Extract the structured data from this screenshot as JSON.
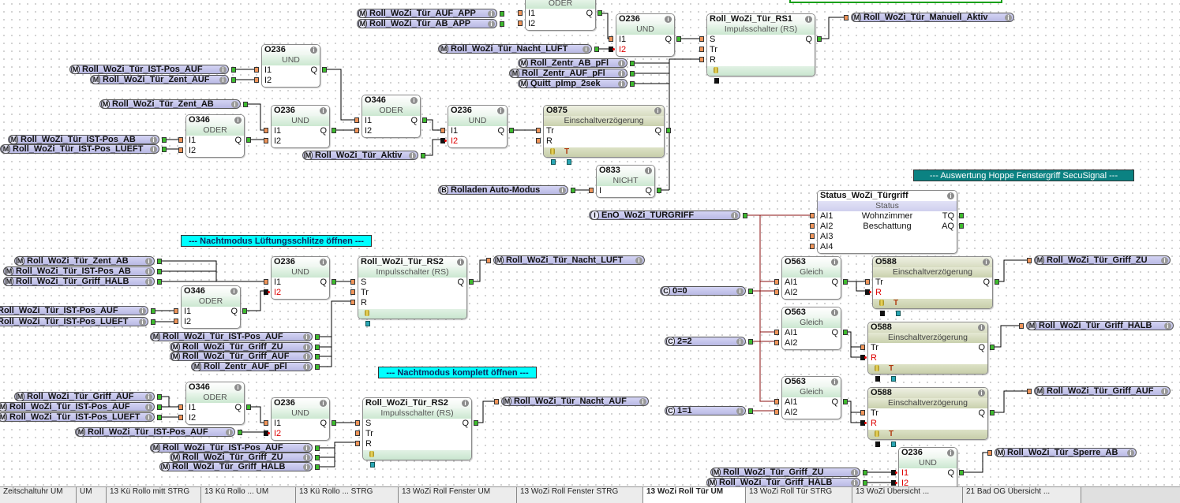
{
  "comments": {
    "hoppe": "--- Auswertung Hoppe Fenstergriff SecuSignal ---",
    "nacht_lueft": "--- Nachtmodus Lüftungsschlitze öffnen ---",
    "nacht_auf": "--- Nachtmodus komplett öffnen ---"
  },
  "refs": [
    {
      "type": "M",
      "label": "Roll_WoZi_Tür_AUF_APP"
    },
    {
      "type": "M",
      "label": "Roll_WoZi_Tür_AB_APP"
    },
    {
      "type": "M",
      "label": "Roll_WoZi_Tür_Nacht_LÜFT"
    },
    {
      "type": "M",
      "label": "Roll_Zentr_AB_pFl"
    },
    {
      "type": "M",
      "label": "Roll_Zentr_AUF_pFl"
    },
    {
      "type": "M",
      "label": "Quitt_pImp_2sek"
    },
    {
      "type": "M",
      "label": "Roll_WoZi_Tür_Manuell_Aktiv"
    },
    {
      "type": "M",
      "label": "Roll_WoZi_Tür_IST-Pos_AUF"
    },
    {
      "type": "M",
      "label": "Roll_WoZi_Tür_Zent_AUF"
    },
    {
      "type": "M",
      "label": "Roll_WoZi_Tür_Zent_AB"
    },
    {
      "type": "M",
      "label": "Roll_WoZi_Tür_IST-Pos_AB"
    },
    {
      "type": "M",
      "label": "Roll_WoZi_Tür_IST-Pos_LUEFT"
    },
    {
      "type": "M",
      "label": "Roll_WoZi_Tür_Aktiv"
    },
    {
      "type": "B",
      "label": "Rolladen Auto-Modus"
    },
    {
      "type": "I",
      "label": "EnO_WoZi_TÜRGRIFF"
    },
    {
      "type": "M",
      "label": "Roll_WoZi_Tür_Zent_AB"
    },
    {
      "type": "M",
      "label": "Roll_WoZi_Tür_IST-Pos_AB"
    },
    {
      "type": "M",
      "label": "Roll_WoZi_Tür_Griff_HALB"
    },
    {
      "type": "",
      "label": "Roll_WoZi_Tür_IST-Pos_AUF"
    },
    {
      "type": "",
      "label": "Roll_WoZi_Tür_IST-Pos_LUEFT"
    },
    {
      "type": "M",
      "label": "Roll_WoZi_Tür_IST-Pos_AUF"
    },
    {
      "type": "M",
      "label": "Roll_WoZi_Tür_Griff_ZU"
    },
    {
      "type": "M",
      "label": "Roll_WoZi_Tür_Griff_AUF"
    },
    {
      "type": "M",
      "label": "Roll_Zentr_AUF_pFl"
    },
    {
      "type": "M",
      "label": "Roll_WoZi_Tür_Nacht_LÜFT"
    },
    {
      "type": "M",
      "label": "Roll_WoZi_Tür_Griff_AUF"
    },
    {
      "type": "M",
      "label": "Roll_WoZi_Tür_IST-Pos_AUF"
    },
    {
      "type": "M",
      "label": "Roll_WoZi_Tür_IST-Pos_LUEFT"
    },
    {
      "type": "M",
      "label": "Roll_WoZi_Tür_IST-Pos_AUF"
    },
    {
      "type": "M",
      "label": "Roll_WoZi_Tür_IST-Pos_AUF"
    },
    {
      "type": "M",
      "label": "Roll_WoZi_Tür_Griff_ZU"
    },
    {
      "type": "M",
      "label": "Roll_WoZi_Tür_Griff_HALB"
    },
    {
      "type": "M",
      "label": "Roll_WoZi_Tür_Nacht_AUF"
    },
    {
      "type": "C",
      "label": "0=0"
    },
    {
      "type": "C",
      "label": "2=2"
    },
    {
      "type": "C",
      "label": "1=1"
    },
    {
      "type": "M",
      "label": "Roll_WoZi_Tür_Griff_ZU"
    },
    {
      "type": "M",
      "label": "Roll_WoZi_Tür_Griff_HALB"
    },
    {
      "type": "M",
      "label": "Roll_WoZi_Tür_Griff_AUF"
    },
    {
      "type": "M",
      "label": "Roll_WoZi_Tür_Sperre_AB"
    },
    {
      "type": "M",
      "label": "Roll_WoZi_Tür_Griff_ZU"
    },
    {
      "type": "M",
      "label": "Roll_WoZi_Tür_Griff_HALB"
    }
  ],
  "blocks": [
    {
      "title": "",
      "type": "ODER",
      "inputs": [
        "I1",
        "I2"
      ],
      "outputs": [
        "Q"
      ]
    },
    {
      "title": "O236",
      "type": "UND",
      "inputs": [
        "I1",
        "I2"
      ],
      "outputs": [
        "Q"
      ]
    },
    {
      "title": "Roll_WoZi_Tür_RS1",
      "type": "Impulsschalter (RS)",
      "inputs": [
        "S",
        "Tr",
        "R"
      ],
      "outputs": [
        "Q"
      ]
    },
    {
      "title": "O236",
      "type": "UND",
      "inputs": [
        "I1",
        "I2"
      ],
      "outputs": [
        "Q"
      ]
    },
    {
      "title": "O236",
      "type": "UND",
      "inputs": [
        "I1",
        "I2"
      ],
      "outputs": [
        "Q"
      ]
    },
    {
      "title": "O346",
      "type": "ODER",
      "inputs": [
        "I1",
        "I2"
      ],
      "outputs": [
        "Q"
      ]
    },
    {
      "title": "O346",
      "type": "ODER",
      "inputs": [
        "I1",
        "I2"
      ],
      "outputs": [
        "Q"
      ]
    },
    {
      "title": "O236",
      "type": "UND",
      "inputs": [
        "I1",
        "I2"
      ],
      "outputs": [
        "Q"
      ]
    },
    {
      "title": "O875",
      "type": "Einschaltverzögerung",
      "inputs": [
        "Tr",
        "R"
      ],
      "outputs": [
        "Q"
      ]
    },
    {
      "title": "O833",
      "type": "NICHT",
      "inputs": [
        "I"
      ],
      "outputs": [
        "Q"
      ]
    },
    {
      "title": "Status_WoZi_Türgriff",
      "type": "Status",
      "inputs": [
        "AI1",
        "AI2",
        "AI3",
        "AI4"
      ],
      "outputs": [
        "TQ",
        "AQ"
      ],
      "center": [
        "Wohnzimmer",
        "Beschattung"
      ]
    },
    {
      "title": "O236",
      "type": "UND",
      "inputs": [
        "I1",
        "I2"
      ],
      "outputs": [
        "Q"
      ]
    },
    {
      "title": "O346",
      "type": "ODER",
      "inputs": [
        "I1",
        "I2"
      ],
      "outputs": [
        "Q"
      ]
    },
    {
      "title": "Roll_WoZi_Tür_RS2",
      "type": "Impulsschalter (RS)",
      "inputs": [
        "S",
        "Tr",
        "R"
      ],
      "outputs": [
        "Q"
      ]
    },
    {
      "title": "O346",
      "type": "ODER",
      "inputs": [
        "I1",
        "I2"
      ],
      "outputs": [
        "Q"
      ]
    },
    {
      "title": "O236",
      "type": "UND",
      "inputs": [
        "I1",
        "I2"
      ],
      "outputs": [
        "Q"
      ]
    },
    {
      "title": "Roll_WoZi_Tür_RS2",
      "type": "Impulsschalter (RS)",
      "inputs": [
        "S",
        "Tr",
        "R"
      ],
      "outputs": [
        "Q"
      ]
    },
    {
      "title": "O563",
      "type": "Gleich",
      "inputs": [
        "AI1",
        "AI2"
      ],
      "outputs": [
        "Q"
      ]
    },
    {
      "title": "O588",
      "type": "Einschaltverzögerung",
      "inputs": [
        "Tr",
        "R"
      ],
      "outputs": [
        "Q"
      ]
    },
    {
      "title": "O563",
      "type": "Gleich",
      "inputs": [
        "AI1",
        "AI2"
      ],
      "outputs": [
        "Q"
      ]
    },
    {
      "title": "O588",
      "type": "Einschaltverzögerung",
      "inputs": [
        "Tr",
        "R"
      ],
      "outputs": [
        "Q"
      ]
    },
    {
      "title": "O563",
      "type": "Gleich",
      "inputs": [
        "AI1",
        "AI2"
      ],
      "outputs": [
        "Q"
      ]
    },
    {
      "title": "O588",
      "type": "Einschaltverzögerung",
      "inputs": [
        "Tr",
        "R"
      ],
      "outputs": [
        "Q"
      ]
    },
    {
      "title": "O236",
      "type": "UND",
      "inputs": [
        "I1",
        "I2"
      ],
      "outputs": [
        "Q"
      ]
    }
  ],
  "footer_marks": {
    "timer": "T"
  },
  "info_glyph": "i",
  "tabs": [
    {
      "label": "Zeitschaltuhr UM"
    },
    {
      "label": "UM"
    },
    {
      "label": "13 Kü Rollo mitt STRG"
    },
    {
      "label": "13 Kü Rollo ... UM"
    },
    {
      "label": "13 Kü Rollo ... STRG"
    },
    {
      "label": "13 WoZi Roll Fenster UM"
    },
    {
      "label": "13 WoZi Roll Fenster STRG"
    },
    {
      "label": "13 WoZi Roll Tür UM"
    },
    {
      "label": "13 WoZi Roll Tür STRG"
    },
    {
      "label": "13 WoZi Übersicht ..."
    },
    {
      "label": "21 Bad OG Übersicht ..."
    }
  ],
  "active_tab": "13 WoZi Roll Tür UM",
  "colors": {
    "wire": "#000000",
    "analog_wire": "#8b1010",
    "comment_cyan": "#00ffff",
    "comment_teal": "#0b8282",
    "ref_bg": "#c9c9ee"
  }
}
